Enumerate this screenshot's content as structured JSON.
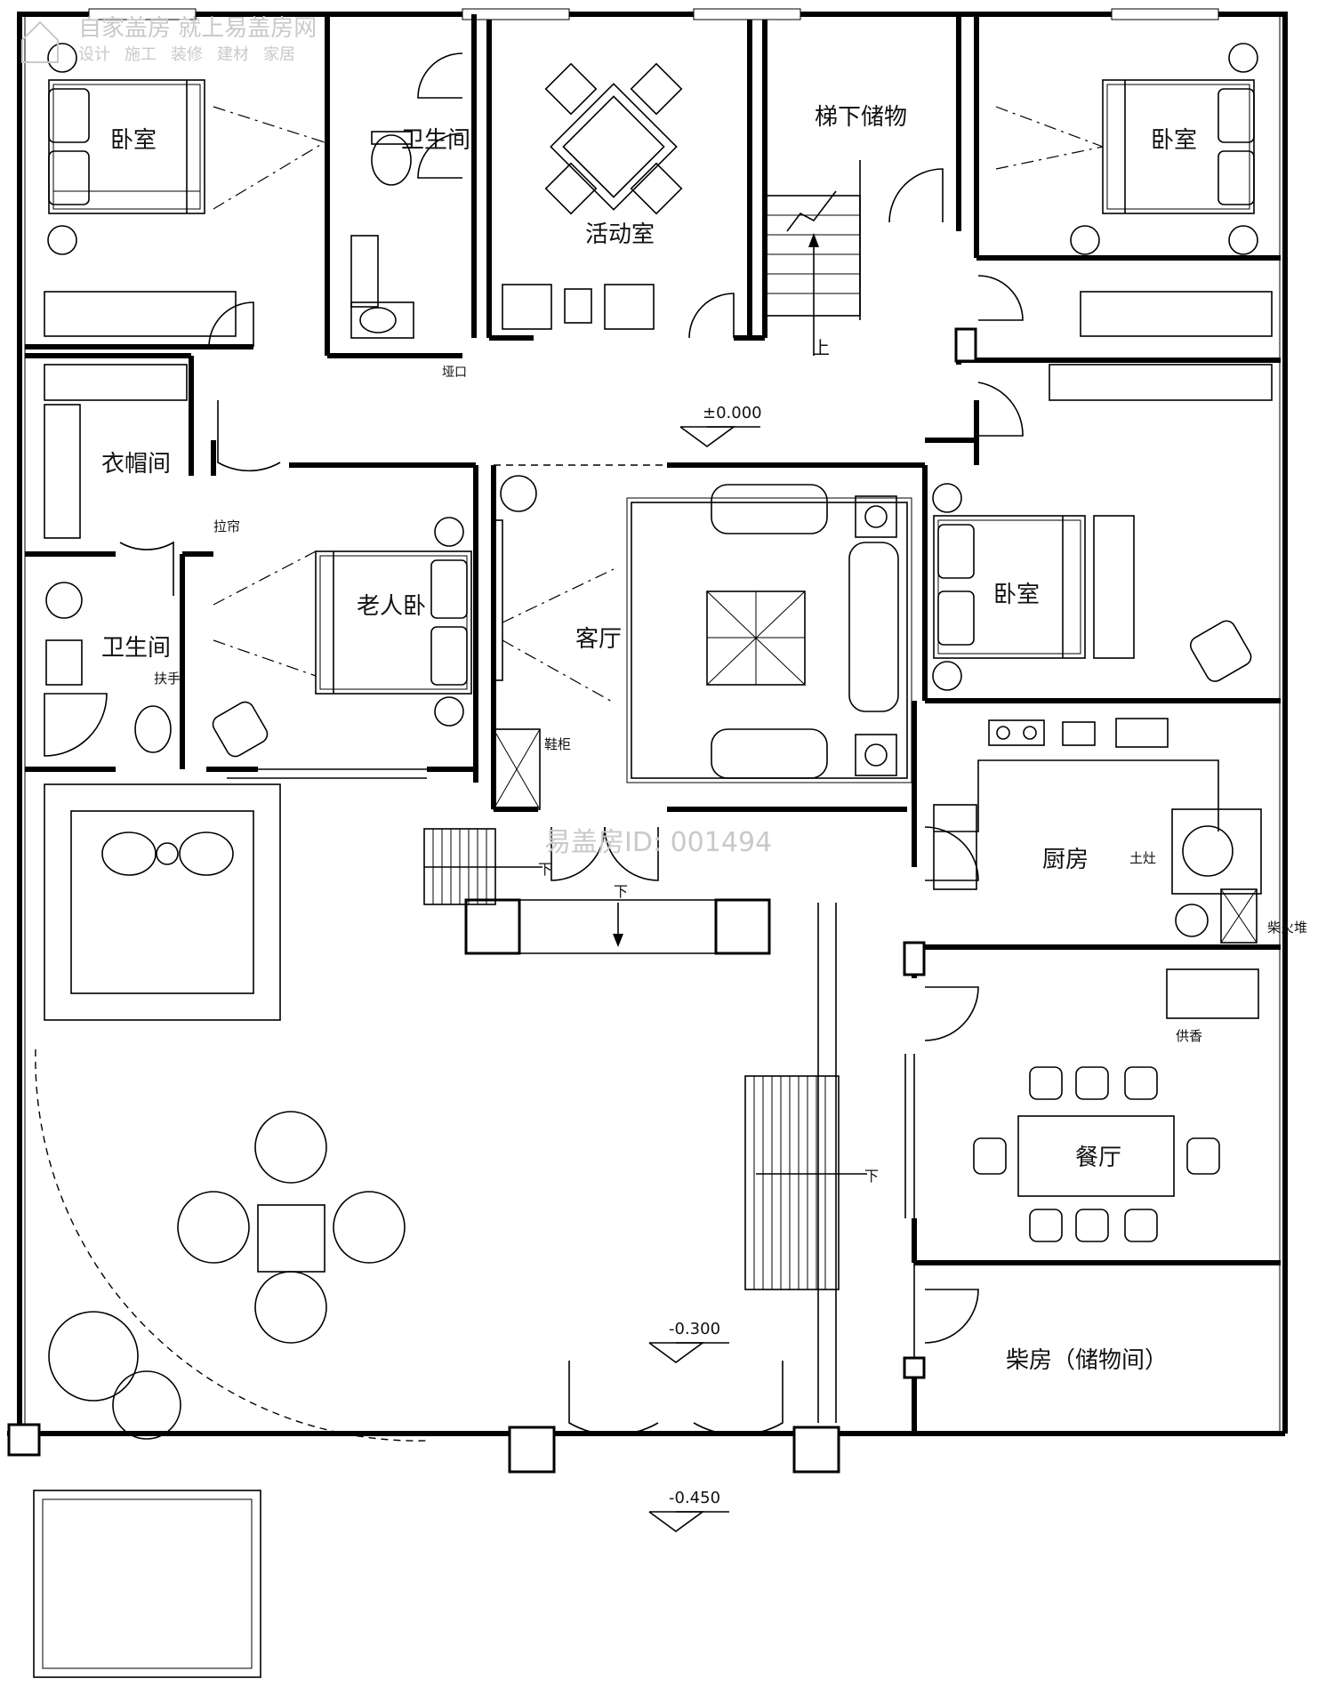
{
  "watermark": {
    "brand": "自家盖房 就上易盖房网",
    "services": [
      "设计",
      "施工",
      "装修",
      "建材",
      "家居"
    ],
    "id_text": "易盖房ID: 001494"
  },
  "rooms": {
    "bedroom_nw": "卧室",
    "bathroom_n": "卫生间",
    "activity": "活动室",
    "under_stair": "梯下储物",
    "bedroom_ne": "卧室",
    "cloakroom": "衣帽间",
    "bathroom_w": "卫生间",
    "elder_bedroom": "老人卧",
    "living": "客厅",
    "bedroom_e": "卧室",
    "kitchen": "厨房",
    "dining": "餐厅",
    "woodshed": "柴房（储物间）"
  },
  "notes": {
    "opening": "垭口",
    "curtain": "拉帘",
    "handrail": "扶手",
    "shoe_cabinet": "鞋柜",
    "earth_stove": "土灶",
    "firewood": "柴火堆",
    "altar": "供香",
    "stair_up": "上",
    "stair_down_1": "下",
    "stair_down_2": "下",
    "stair_down_3": "下"
  },
  "levels": {
    "floor": "±0.000",
    "yard": "-0.300",
    "outside": "-0.450"
  }
}
